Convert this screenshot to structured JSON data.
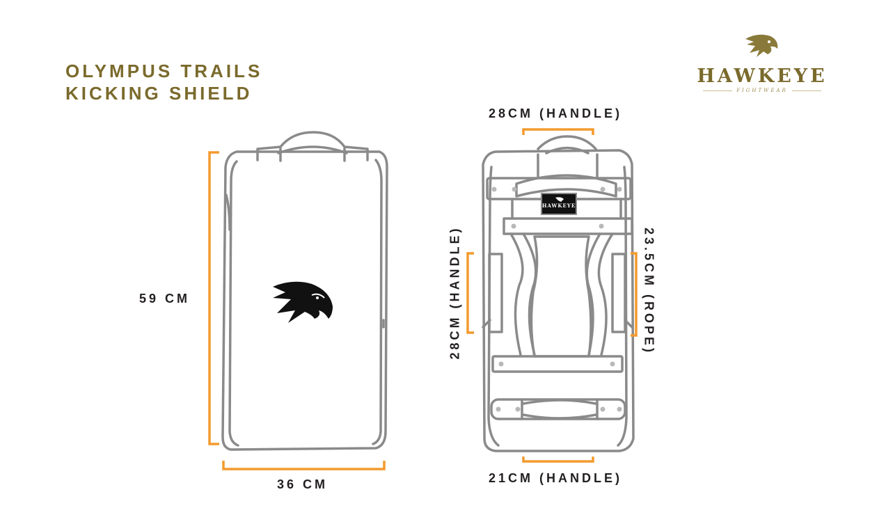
{
  "title": {
    "line1": "OLYMPUS TRAILS",
    "line2": "KICKING SHIELD"
  },
  "brand": {
    "name": "HAWKEYE",
    "sub": "FIGHTWEAR",
    "icon": "hawk-head-icon"
  },
  "badge": {
    "name": "HAWKEYE"
  },
  "dimensions": {
    "height": "59 CM",
    "width": "36 CM",
    "top_handle": "28CM (HANDLE)",
    "bottom_handle": "21CM (HANDLE)",
    "side_handle": "28CM (HANDLE)",
    "rope": "23.5CM (ROPE)"
  },
  "colors": {
    "accent": "#f39a2e",
    "brand": "#7a6a2c",
    "outline": "#8a8a8a",
    "text": "#231f20"
  }
}
